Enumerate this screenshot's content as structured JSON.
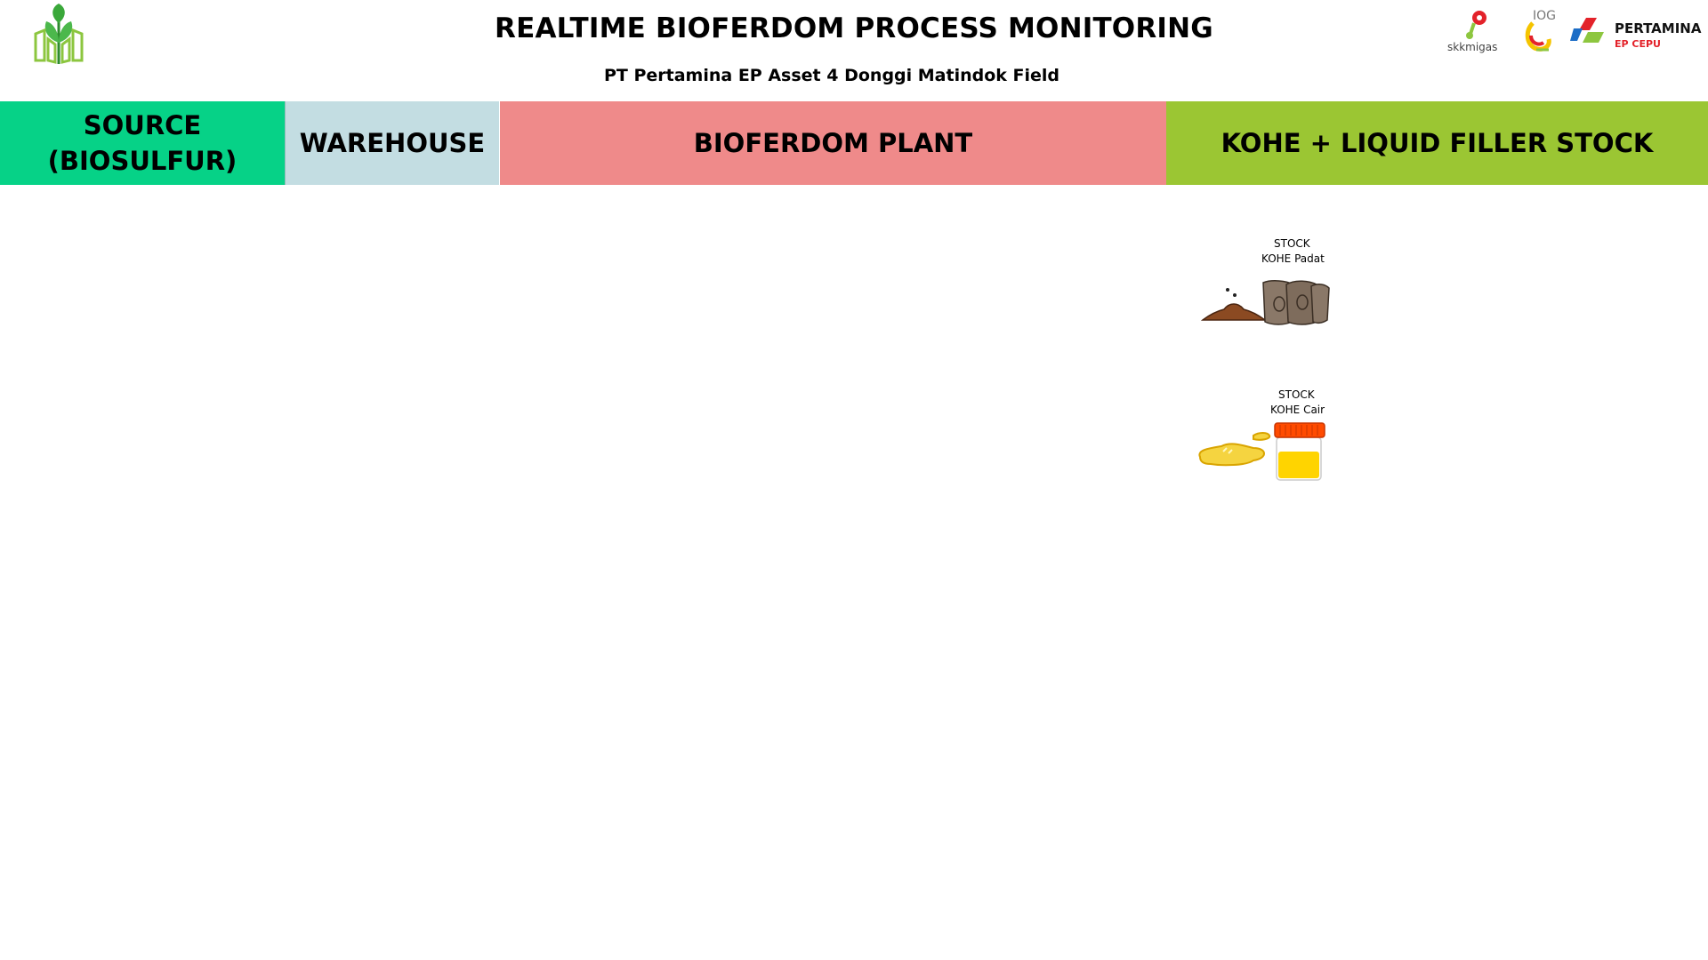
{
  "header": {
    "title": "REALTIME BIOFERDOM PROCESS MONITORING",
    "subtitle": "PT Pertamina EP Asset 4 Donggi Matindok Field",
    "partner_logos": {
      "skk": "skkmigas",
      "iog": "IOG",
      "pertamina": "PERTAMINA",
      "pertamina_unit": "EP CEPU"
    },
    "brand_icon": "leaf-sprout-icon"
  },
  "sections": [
    {
      "label": "SOURCE\n(BIOSULFUR)",
      "color": "#06d287"
    },
    {
      "label": "WAREHOUSE",
      "color": "#c3dde2"
    },
    {
      "label": "BIOFERDOM PLANT",
      "color": "#ef8a8a"
    },
    {
      "label": "KOHE + LIQUID FILLER STOCK",
      "color": "#9bc633"
    }
  ],
  "stocks": {
    "padat": {
      "line1": "STOCK",
      "line2": "KOHE Padat",
      "icon": "manure-sacks-icon"
    },
    "cair": {
      "line1": "STOCK",
      "line2": "KOHE Cair",
      "icon": "liquid-container-icon"
    }
  }
}
